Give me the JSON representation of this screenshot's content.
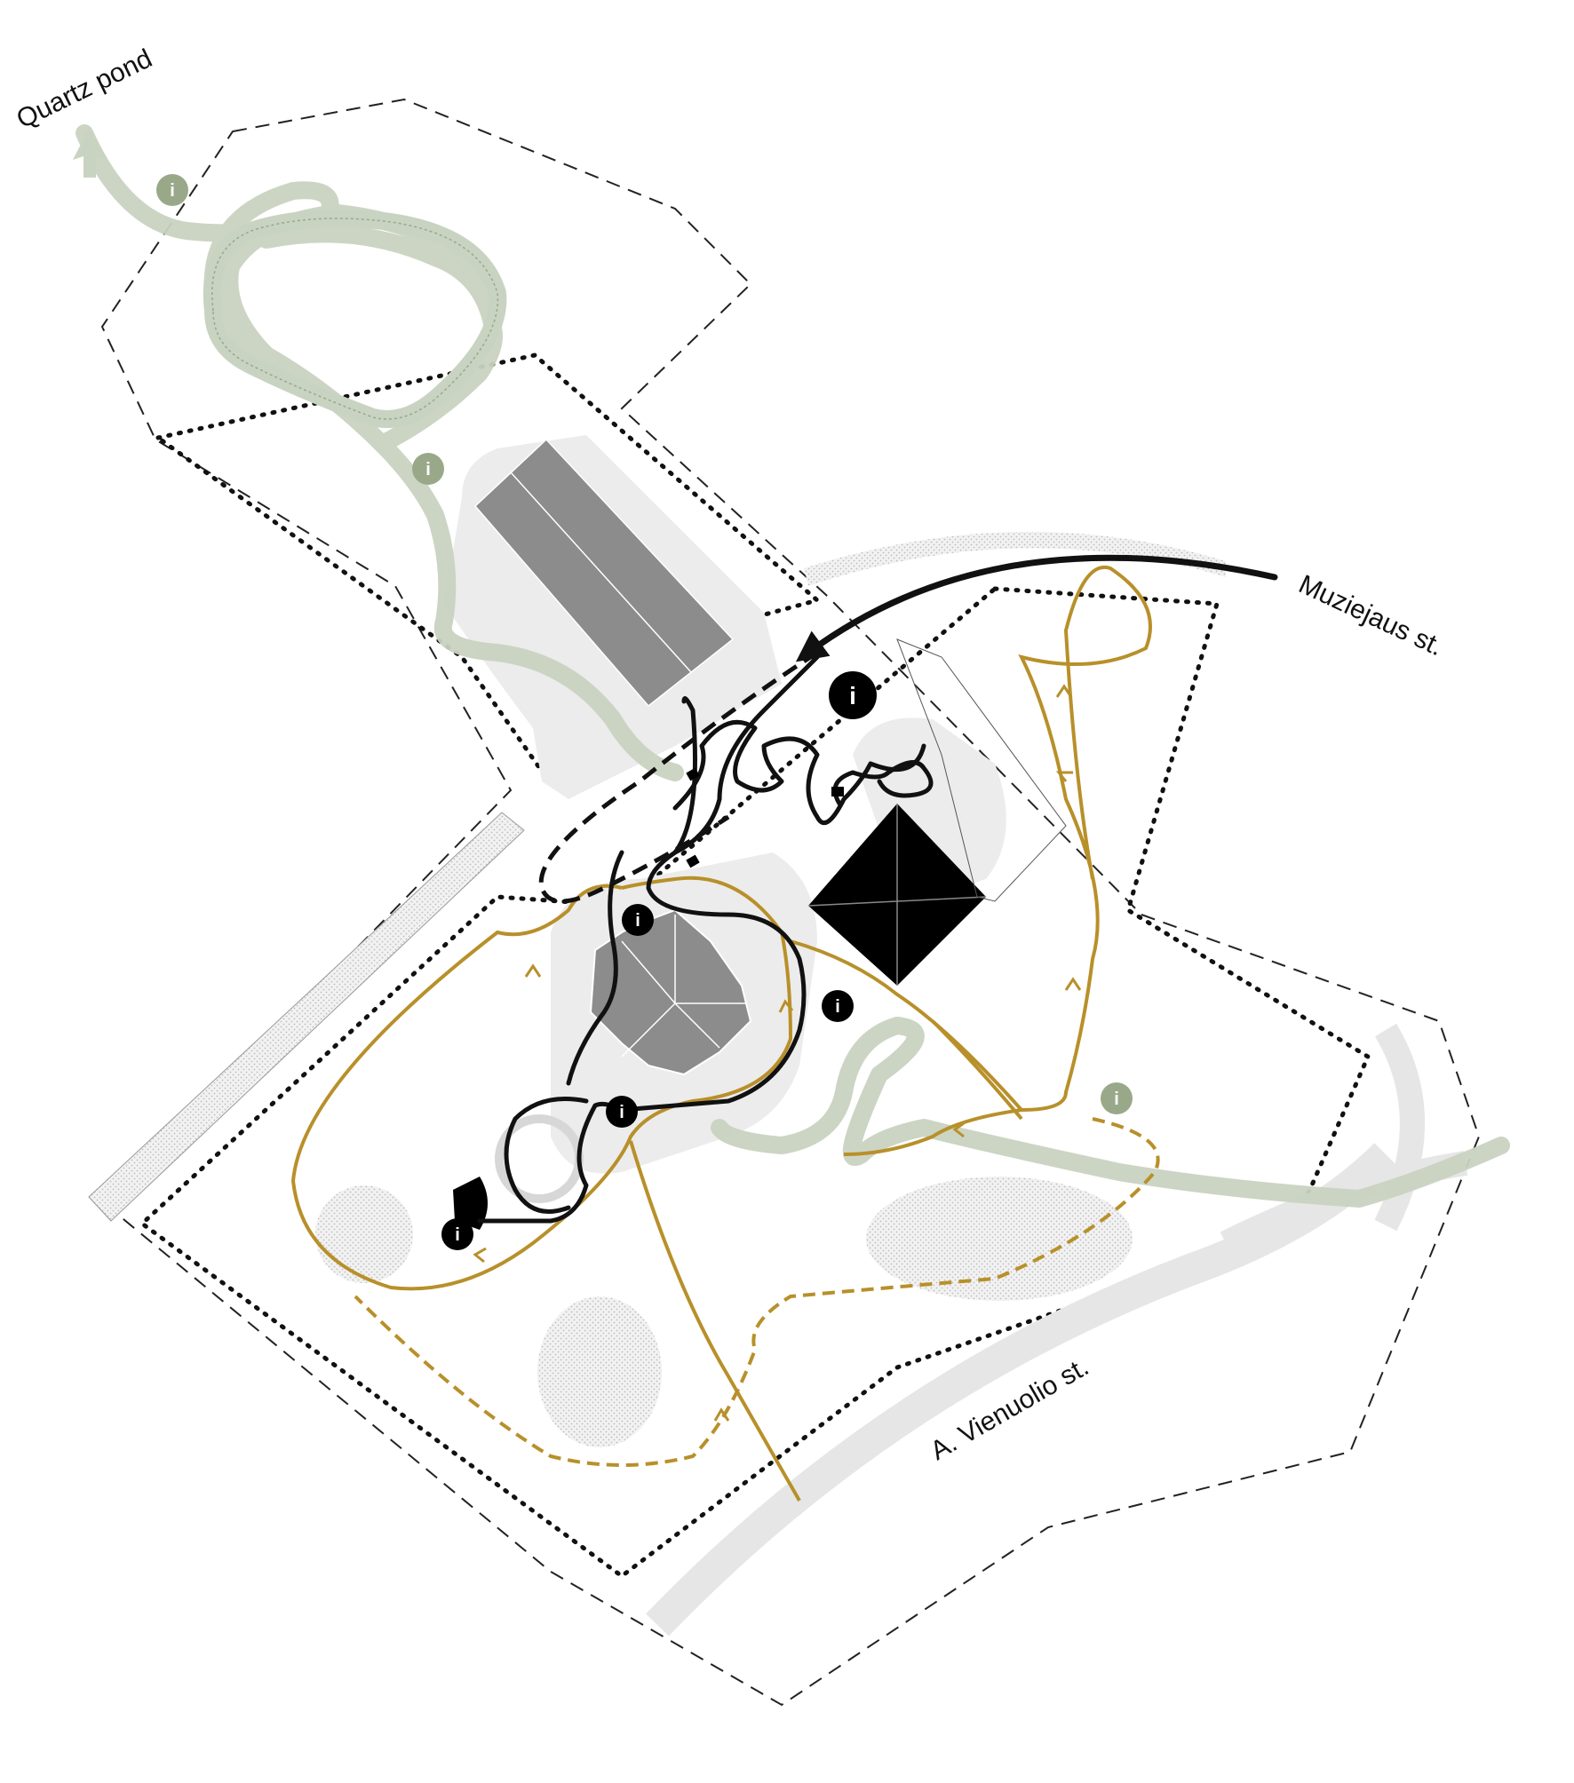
{
  "labels": {
    "quartz_pond": "Quartz pond",
    "muziejaus_st": "Muziejaus st.",
    "vienuolio_st": "A. Vienuolio st."
  },
  "info_marker_letter": "i",
  "colors": {
    "background": "#ffffff",
    "boundary_line": "#222222",
    "green_trail": "#c9d3c1",
    "green_marker": "#9aa88a",
    "gold_route": "#b8902a",
    "black_route": "#111111",
    "building_gray": "#8c8c8c",
    "paved_area": "#ececec",
    "black_building": "#000000"
  },
  "icons": {
    "info_marker": "info-icon",
    "arrow": "arrow-head-icon"
  }
}
